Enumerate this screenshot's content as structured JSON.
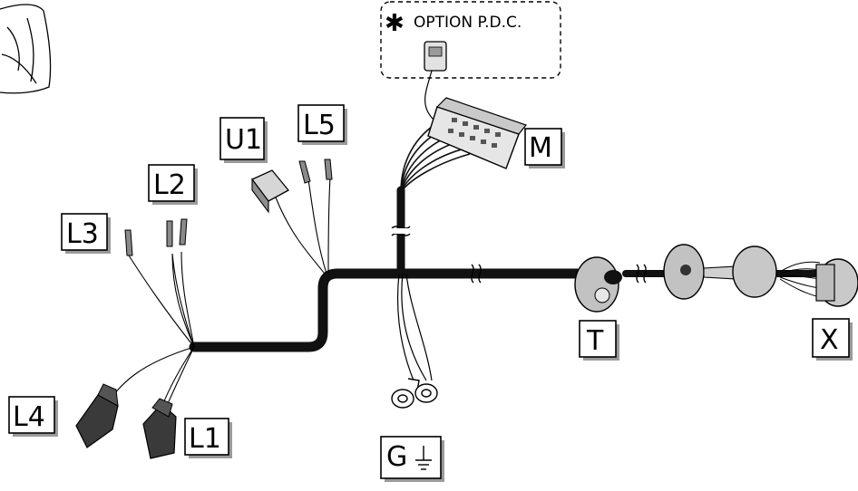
{
  "option_box": {
    "star": "✱",
    "text": "OPTION P.D.C."
  },
  "labels": {
    "U1": "U1",
    "L5": "L5",
    "M": "M",
    "L2": "L2",
    "L3": "L3",
    "T": "T",
    "X": "X",
    "L4": "L4",
    "L1": "L1",
    "G": "G"
  },
  "icons": {
    "ground": "ground-symbol-icon"
  },
  "colors": {
    "harness": "#111111",
    "connector_dark": "#3a3a3a",
    "connector_light": "#d9d9d9",
    "shadow": "#9a9a9a"
  }
}
